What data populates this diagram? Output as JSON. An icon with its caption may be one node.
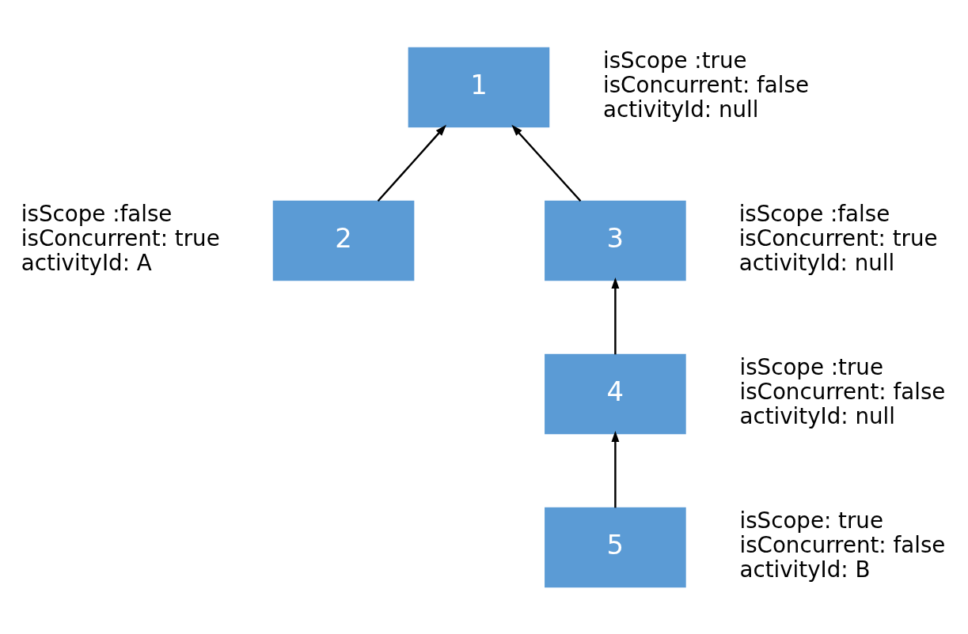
{
  "diagram": {
    "nodes": [
      {
        "text": [
          "1"
        ],
        "beside": [
          "isScope :true",
          "isConcurrent: false",
          "activityId: null"
        ]
      },
      {
        "text": [
          "2"
        ],
        "beside": [
          "isScope :false",
          "isConcurrent: true",
          "activityId: A"
        ]
      },
      {
        "text": [
          "3"
        ],
        "beside": [
          "isScope :false",
          "isConcurrent: true",
          "activityId: null"
        ]
      },
      {
        "text": [
          "4"
        ],
        "beside": [
          "isScope :true",
          "isConcurrent: false",
          "activityId: null"
        ]
      },
      {
        "text": [
          "5"
        ],
        "beside": [
          "isScope: true",
          "isConcurrent: false",
          "activityId: B"
        ]
      }
    ],
    "edges": [
      {
        "from": 1,
        "to": 0,
        "arrow": "to"
      },
      {
        "from": 2,
        "to": 0,
        "arrow": "to"
      },
      {
        "from": 3,
        "to": 2,
        "arrow": "to"
      },
      {
        "from": 4,
        "to": 3,
        "arrow": "to"
      }
    ]
  }
}
